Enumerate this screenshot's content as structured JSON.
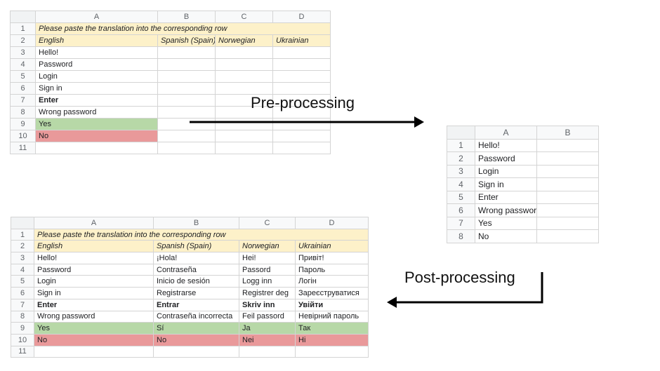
{
  "source_sheet": {
    "columns": [
      "A",
      "B",
      "C",
      "D"
    ],
    "rows": [
      {
        "n": "1",
        "cells": [
          "Please paste the translation into the corresponding row",
          "",
          "",
          ""
        ],
        "style": "note"
      },
      {
        "n": "2",
        "cells": [
          "English",
          "Spanish (Spain)",
          "Norwegian",
          "Ukrainian"
        ],
        "style": "note"
      },
      {
        "n": "3",
        "cells": [
          "Hello!",
          "",
          "",
          ""
        ],
        "style": ""
      },
      {
        "n": "4",
        "cells": [
          "Password",
          "",
          "",
          ""
        ],
        "style": ""
      },
      {
        "n": "5",
        "cells": [
          "Login",
          "",
          "",
          ""
        ],
        "style": ""
      },
      {
        "n": "6",
        "cells": [
          "Sign in",
          "",
          "",
          ""
        ],
        "style": ""
      },
      {
        "n": "7",
        "cells": [
          "Enter",
          "",
          "",
          ""
        ],
        "style": "bold"
      },
      {
        "n": "8",
        "cells": [
          "Wrong password",
          "",
          "",
          ""
        ],
        "style": ""
      },
      {
        "n": "9",
        "cells": [
          "Yes",
          "",
          "",
          ""
        ],
        "style": "green"
      },
      {
        "n": "10",
        "cells": [
          "No",
          "",
          "",
          ""
        ],
        "style": "red"
      },
      {
        "n": "11",
        "cells": [
          "",
          "",
          "",
          ""
        ],
        "style": ""
      }
    ]
  },
  "extracted_sheet": {
    "columns": [
      "A",
      "B"
    ],
    "rows": [
      {
        "n": "1",
        "cells": [
          "Hello!",
          ""
        ]
      },
      {
        "n": "2",
        "cells": [
          "Password",
          ""
        ]
      },
      {
        "n": "3",
        "cells": [
          "Login",
          ""
        ]
      },
      {
        "n": "4",
        "cells": [
          "Sign in",
          ""
        ]
      },
      {
        "n": "5",
        "cells": [
          "Enter",
          ""
        ]
      },
      {
        "n": "6",
        "cells": [
          "Wrong password",
          ""
        ]
      },
      {
        "n": "7",
        "cells": [
          "Yes",
          ""
        ]
      },
      {
        "n": "8",
        "cells": [
          "No",
          ""
        ]
      }
    ]
  },
  "result_sheet": {
    "columns": [
      "A",
      "B",
      "C",
      "D"
    ],
    "rows": [
      {
        "n": "1",
        "cells": [
          "Please paste the translation into the corresponding row",
          "",
          "",
          ""
        ],
        "style": "note"
      },
      {
        "n": "2",
        "cells": [
          "English",
          "Spanish (Spain)",
          "Norwegian",
          "Ukrainian"
        ],
        "style": "note"
      },
      {
        "n": "3",
        "cells": [
          "Hello!",
          "¡Hola!",
          "Hei!",
          "Привіт!"
        ],
        "style": ""
      },
      {
        "n": "4",
        "cells": [
          "Password",
          "Contraseña",
          "Passord",
          "Пароль"
        ],
        "style": ""
      },
      {
        "n": "5",
        "cells": [
          "Login",
          "Inicio de sesión",
          "Logg inn",
          "Логін"
        ],
        "style": ""
      },
      {
        "n": "6",
        "cells": [
          "Sign in",
          "Registrarse",
          "Registrer deg",
          "Зареєструватися"
        ],
        "style": ""
      },
      {
        "n": "7",
        "cells": [
          "Enter",
          "Entrar",
          "Skriv inn",
          "Увійти"
        ],
        "style": "bold"
      },
      {
        "n": "8",
        "cells": [
          "Wrong password",
          "Contraseña incorrecta",
          "Feil passord",
          "Невірний пароль"
        ],
        "style": ""
      },
      {
        "n": "9",
        "cells": [
          "Yes",
          "Sí",
          "Ja",
          "Так"
        ],
        "style": "green"
      },
      {
        "n": "10",
        "cells": [
          "No",
          "No",
          "Nei",
          "Ні"
        ],
        "style": "red"
      },
      {
        "n": "11",
        "cells": [
          "",
          "",
          "",
          ""
        ],
        "style": ""
      }
    ]
  },
  "labels": {
    "pre": "Pre-processing",
    "post": "Post-processing"
  },
  "colors": {
    "note": "#fdf1c9",
    "green": "#b7d8a7",
    "red": "#e9999a",
    "arrow": "#000000"
  }
}
